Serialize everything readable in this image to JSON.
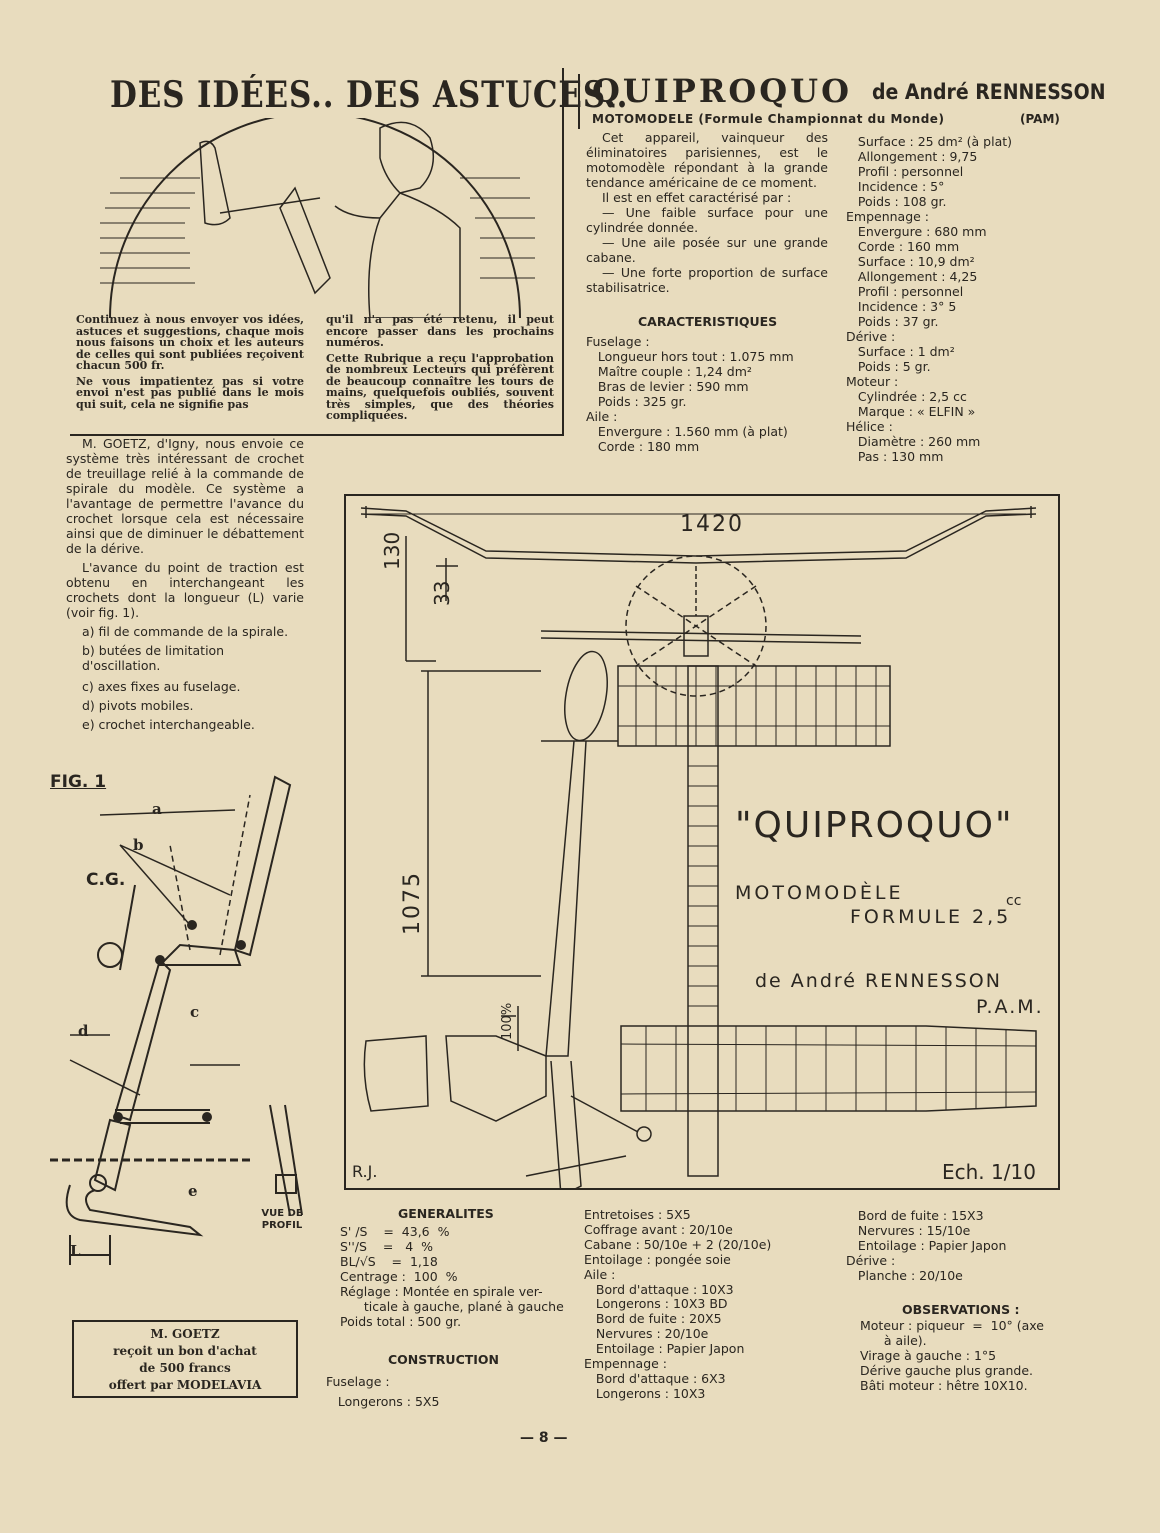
{
  "left": {
    "title": "DES IDÉES.. DES ASTUCES..",
    "intro_col1": [
      "Continuez à nous envoyer vos idées, astuces et suggestions, chaque mois nous faisons un choix et les auteurs de celles qui sont publiées reçoivent chacun 500 fr.",
      "Ne vous impatientez pas si votre envoi n'est pas publié dans le mois qui suit, cela ne signifie pas"
    ],
    "intro_col2": [
      "qu'il n'a pas été retenu, il peut encore passer dans les prochains numéros.",
      "Cette Rubrique a reçu l'approbation de nombreux Lecteurs qui préfèrent de beaucoup connaître les tours de mains, quelquefois oubliés, souvent très simples, que des théories compliquées."
    ],
    "body": [
      "M. GOETZ, d'Igny, nous envoie ce système très intéressant de crochet de treuillage relié à la commande de spirale du modèle. Ce système a l'avantage de permettre l'avance du crochet lorsque cela est nécessaire ainsi que de diminuer le débattement de la dérive.",
      "L'avance du point de traction est obtenu en interchangeant les crochets dont la longueur (L) varie (voir fig. 1)."
    ],
    "legend": [
      "a) fil de commande de la spirale.",
      "b) butées de limitation d'oscillation.",
      "c) axes fixes au fuselage.",
      "d) pivots mobiles.",
      "e) crochet interchangeable."
    ],
    "fig_label": "FIG. 1",
    "fig_letters": {
      "a": "a",
      "b": "b",
      "cg": "C.G.",
      "c": "c",
      "d": "d",
      "e": "e",
      "L": "L"
    },
    "side_view": "VUE DE PROFIL",
    "award": [
      "M. GOETZ",
      "reçoit un bon d'achat",
      "de 500 francs",
      "offert par MODELAVIA"
    ]
  },
  "right": {
    "title": "QUIPROQUO",
    "author": "de André RENNESSON",
    "subtitle": "MOTOMODELE (Formule Championnat du Monde)",
    "club": "(PAM)",
    "intro": [
      "Cet appareil, vainqueur des éliminatoires parisiennes, est le motomodèle répondant à la grande tendance américaine de ce moment.",
      "Il est en effet caractérisé par :",
      "— Une faible surface pour une cylindrée donnée.",
      "— Une aile posée sur une grande cabane.",
      "— Une forte proportion de surface stabilisatrice."
    ],
    "carac_title": "CARACTERISTIQUES",
    "carac_col1": "Fuselage :\n   Longueur hors tout : 1.075 mm\n   Maître couple : 1,24 dm²\n   Bras de levier : 590 mm\n   Poids : 325 gr.\nAile :\n   Envergure : 1.560 mm (à plat)\n   Corde : 180 mm",
    "carac_col2": "   Surface : 25 dm² (à plat)\n   Allongement : 9,75\n   Profil : personnel\n   Incidence : 5°\n   Poids : 108 gr.\nEmpennage :\n   Envergure : 680 mm\n   Corde : 160 mm\n   Surface : 10,9 dm²\n   Allongement : 4,25\n   Profil : personnel\n   Incidence : 3° 5\n   Poids : 37 gr.\nDérive :\n   Surface : 1 dm²\n   Poids : 5 gr.\nMoteur :\n   Cylindrée : 2,5 cc\n   Marque : « ELFIN »\nHélice :\n   Diamètre : 260 mm\n   Pas : 130 mm"
  },
  "plan": {
    "dim_span": "1420",
    "dim_130": "130",
    "dim_33": "33",
    "dim_1075": "1075",
    "pct": "100%",
    "name": "\"QUIPROQUO\"",
    "type1": "MOTOMODÈLE",
    "type2": "FORMULE 2,5",
    "cc": "cc",
    "by1": "de André RENNESSON",
    "by2": "P.A.M.",
    "sig": "R.J.",
    "scale": "Ech. 1/10"
  },
  "bottom": {
    "gen_title": "GENERALITES",
    "gen": "S' /S    =  43,6  %\nS''/S    =   4  %\nBL/√S    =  1,18\nCentrage :  100  %\nRéglage : Montée en spirale ver-\n      ticale à gauche, plané à gauche\nPoids total : 500 gr.",
    "cons_title": "CONSTRUCTION",
    "cons": "Fuselage :\n   Longerons : 5X5",
    "col2": "Entretoises : 5X5\nCoffrage avant : 20/10e\nCabane : 50/10e + 2 (20/10e)\nEntoilage : pongée soie\nAile :\n   Bord d'attaque : 10X3\n   Longerons : 10X3 BD\n   Bord de fuite : 20X5\n   Nervures : 20/10e\n   Entoilage : Papier Japon\nEmpennage :\n   Bord d'attaque : 6X3\n   Longerons : 10X3",
    "col3": "   Bord de fuite : 15X3\n   Nervures : 15/10e\n   Entoilage : Papier Japon\nDérive :\n   Planche : 20/10e",
    "obs_title": "OBSERVATIONS :",
    "obs": "Moteur : piqueur  =  10° (axe\n      à aile).\nVirage à gauche : 1°5\nDérive gauche plus grande.\nBâti moteur : hêtre 10X10.",
    "page": "— 8 —"
  }
}
